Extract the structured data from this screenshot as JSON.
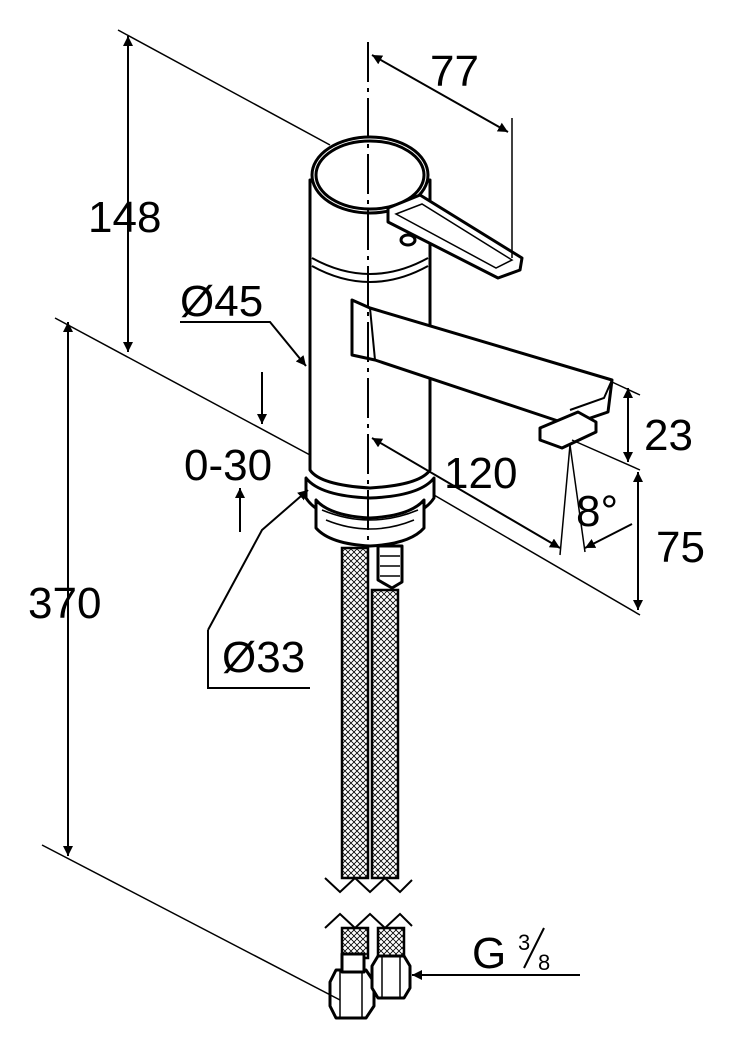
{
  "dimensions": {
    "height_top": "148",
    "reach": "77",
    "body_diameter": "Ø45",
    "adjust_range": "0-30",
    "spout_length": "120",
    "spout_height": "23",
    "angle": "8°",
    "spout_clearance": "75",
    "total_height": "370",
    "base_diameter": "Ø33"
  },
  "connection": {
    "thread_prefix": "G",
    "numerator": "3",
    "denominator": "8"
  }
}
